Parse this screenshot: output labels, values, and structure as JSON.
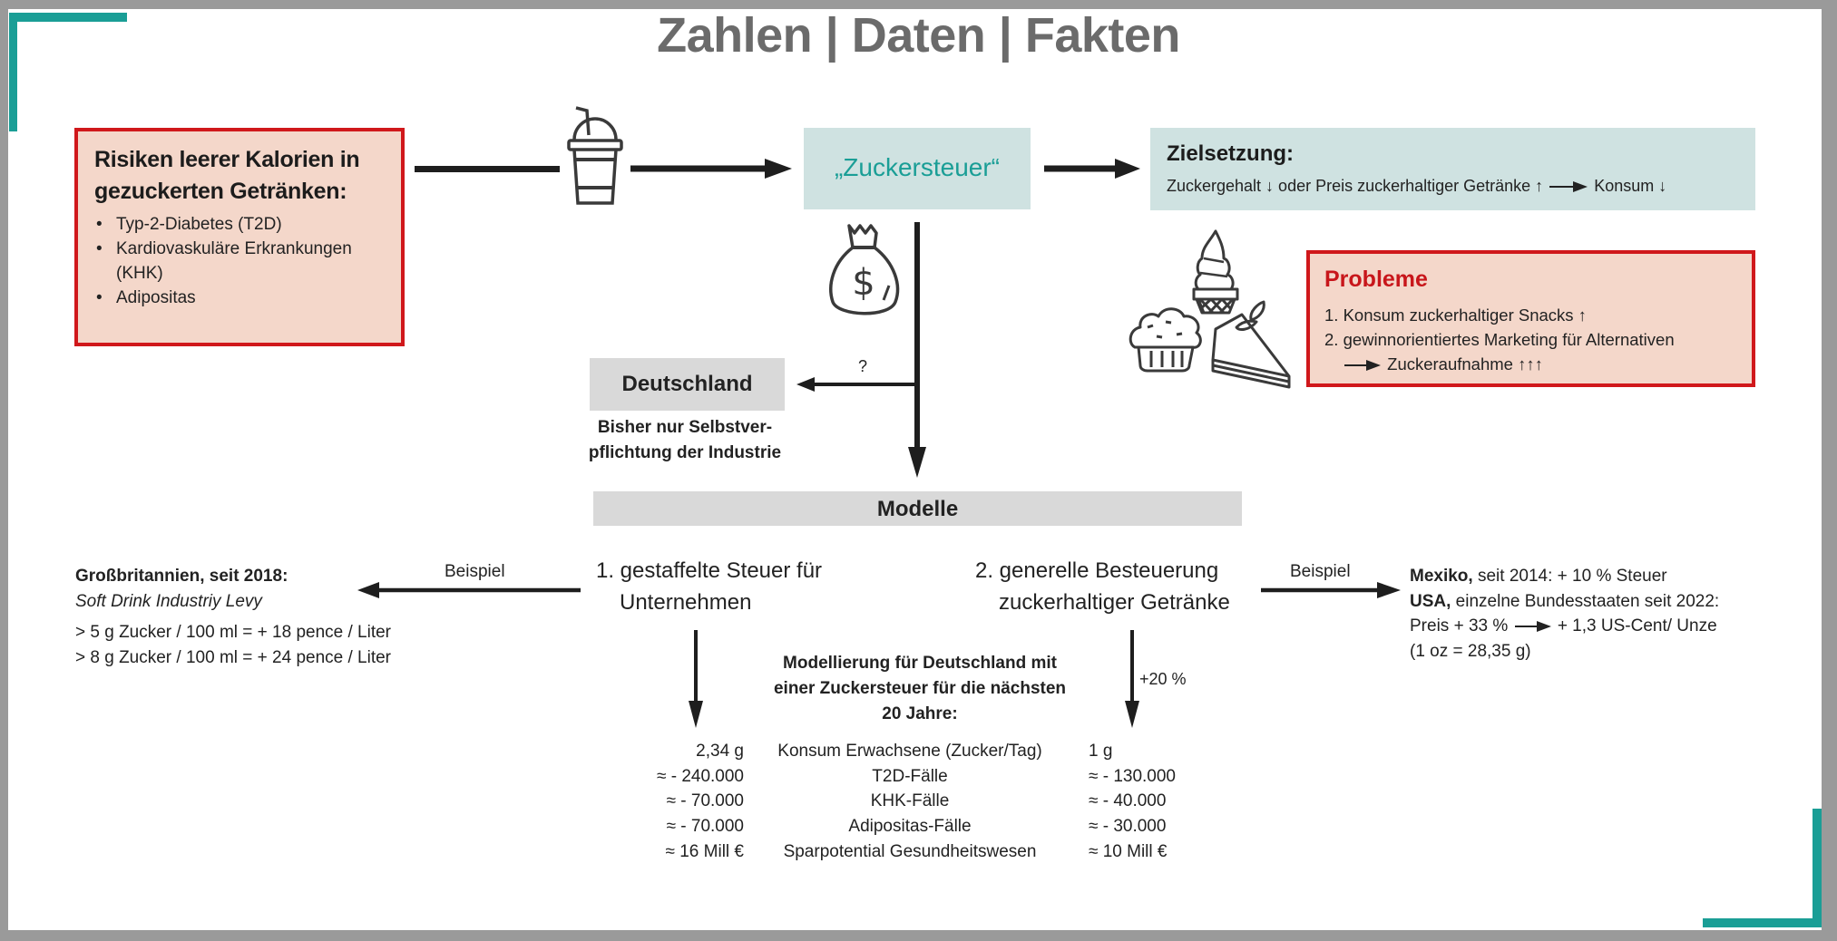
{
  "title": "Zahlen | Daten | Fakten",
  "colors": {
    "teal": "#1a9e96",
    "red": "#d0181b",
    "salmon": "#f4d7ca",
    "light_teal": "#cfe2e1",
    "gray_box": "#d9d9d9",
    "title_gray": "#6b6b6b"
  },
  "risks": {
    "title_line1": "Risiken leerer Kalorien in",
    "title_line2": "gezuckerten Getränken:",
    "items": [
      "Typ-2-Diabetes (T2D)",
      "Kardiovaskuläre Erkrankungen (KHK)",
      "Adipositas"
    ]
  },
  "icons": {
    "cup": "drink-cup-icon",
    "money": "money-bag-icon",
    "snacks": "sweets-icon"
  },
  "tax": {
    "label": "„Zuckersteuer“"
  },
  "goal": {
    "title": "Zielsetzung:",
    "text": "Zuckergehalt ↓ oder Preis zuckerhaltiger Getränke ↑ —► Konsum ↓",
    "part1": "Zuckergehalt ↓ oder Preis zuckerhaltiger Getränke ↑",
    "part2": "Konsum ↓"
  },
  "problems": {
    "title": "Probleme",
    "items": [
      "1. Konsum zuckerhaltiger Snacks ↑",
      "2. gewinnorientiertes Marketing für Alternativen"
    ],
    "continuation": "Zuckeraufnahme ↑↑↑"
  },
  "germany": {
    "label": "Deutschland",
    "question": "?",
    "note_line1": "Bisher nur Selbstver-",
    "note_line2": "pflichtung der Industrie"
  },
  "models": {
    "header": "Modelle",
    "model1": {
      "line1": "1. gestaffelte Steuer für",
      "line2": "Unternehmen"
    },
    "model2": {
      "line1": "2. generelle Besteuerung",
      "line2": "zuckerhaltiger Getränke"
    },
    "example_label_left": "Beispiel",
    "example_label_right": "Beispiel",
    "increase_label": "+20 %"
  },
  "uk_example": {
    "title": "Großbritannien, seit 2018:",
    "name": "Soft Drink Industriy Levy",
    "rule1": "> 5 g Zucker / 100 ml = + 18 pence / Liter",
    "rule2": "> 8 g Zucker / 100 ml = + 24 pence / Liter"
  },
  "other_examples": {
    "mexico_bold": "Mexiko,",
    "mexico_text": " seit 2014: + 10 % Steuer",
    "usa_bold": "USA,",
    "usa_text": " einzelne Bundesstaaten seit 2022:",
    "price_part1": "Preis + 33 %",
    "price_part2": "+ 1,3 US-Cent/ Unze",
    "conversion": "(1 oz = 28,35 g)"
  },
  "modelling": {
    "title_line1": "Modellierung für Deutschland mit",
    "title_line2": "einer Zuckersteuer für die nächsten",
    "title_line3": "20 Jahre:",
    "rows": [
      {
        "left": "2,34 g",
        "label": "Konsum Erwachsene (Zucker/Tag)",
        "right": "1 g"
      },
      {
        "left": "≈ - 240.000",
        "label": "T2D-Fälle",
        "right": "≈ - 130.000"
      },
      {
        "left": "≈ - 70.000",
        "label": "KHK-Fälle",
        "right": "≈ - 40.000"
      },
      {
        "left": "≈ - 70.000",
        "label": "Adipositas-Fälle",
        "right": "≈ - 30.000"
      },
      {
        "left": "≈ 16 Mill €",
        "label": "Sparpotential Gesundheitswesen",
        "right": "≈ 10 Mill €"
      }
    ]
  }
}
